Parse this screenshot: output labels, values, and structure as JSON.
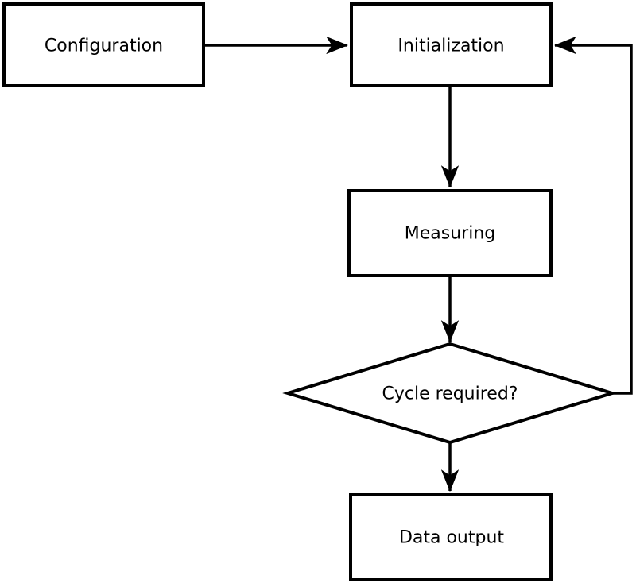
{
  "diagram": {
    "type": "flowchart",
    "colors": {
      "stroke": "#000000",
      "node_fill": "#ffffff",
      "background": "#ffffff"
    },
    "nodes": {
      "configuration": {
        "label": "Configuration",
        "shape": "rectangle"
      },
      "initialization": {
        "label": "Initialization",
        "shape": "rectangle"
      },
      "measuring": {
        "label": "Measuring",
        "shape": "rectangle"
      },
      "cycle_required": {
        "label": "Cycle required?",
        "shape": "diamond"
      },
      "data_output": {
        "label": "Data output",
        "shape": "rectangle"
      }
    },
    "edges": [
      {
        "from": "configuration",
        "to": "initialization",
        "style": "arrow"
      },
      {
        "from": "initialization",
        "to": "measuring",
        "style": "arrow"
      },
      {
        "from": "measuring",
        "to": "cycle_required",
        "style": "arrow"
      },
      {
        "from": "cycle_required",
        "to": "data_output",
        "style": "arrow"
      },
      {
        "from": "cycle_required",
        "to": "initialization",
        "style": "arrow-loop-back"
      }
    ]
  }
}
